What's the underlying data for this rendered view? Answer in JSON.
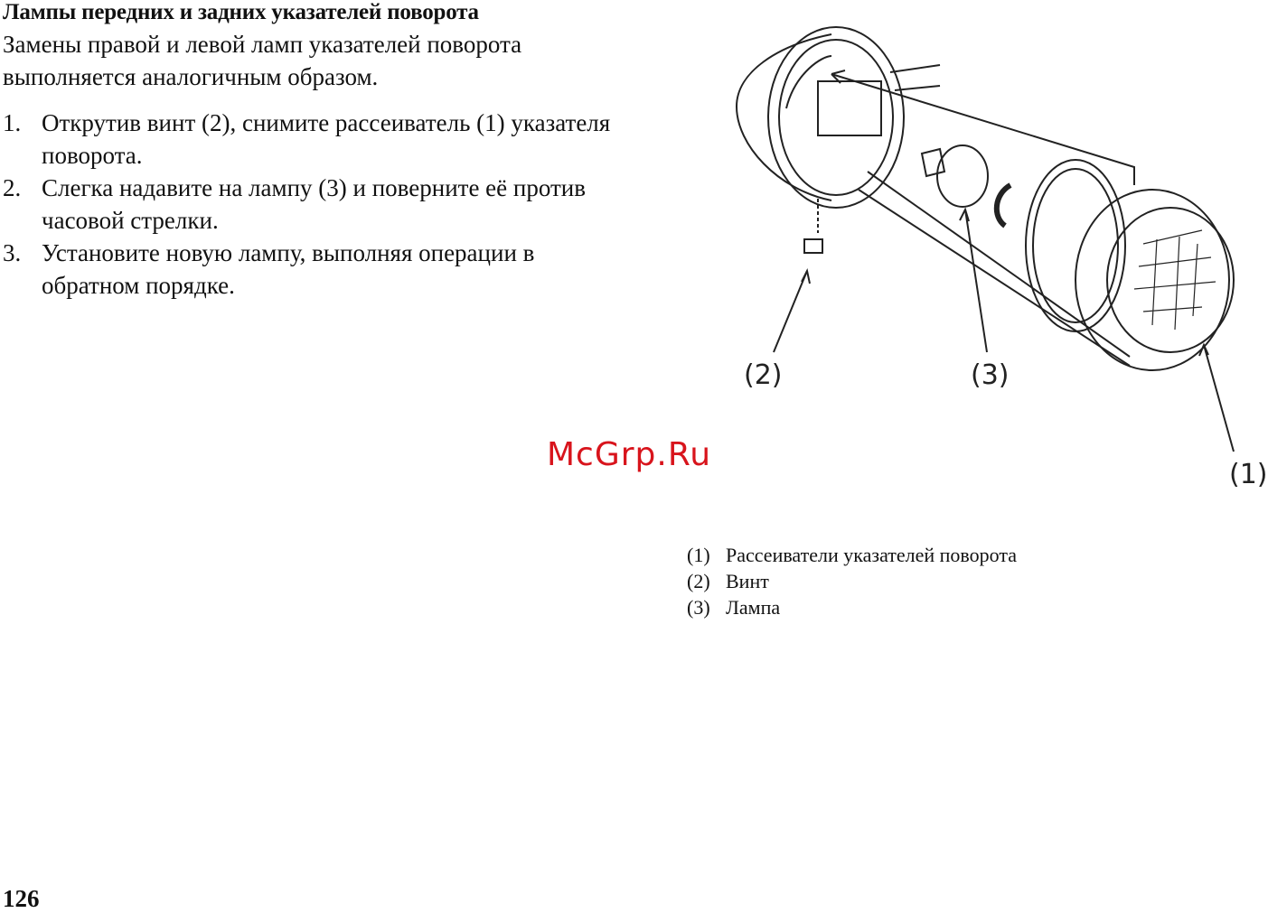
{
  "heading": "Лампы передних и задних указателей поворота",
  "intro": "Замены правой и левой ламп указателей поворота выполняется аналогичным образом.",
  "steps": [
    {
      "num": "1.",
      "text": "Открутив винт (2), снимите рассеиватель (1) указателя поворота."
    },
    {
      "num": "2.",
      "text": "Слегка надавите на лампу (3) и поверните её против часовой стрелки."
    },
    {
      "num": "3.",
      "text": "Установите новую лампу, выполняя операции в обратном порядке."
    }
  ],
  "figure": {
    "callouts": {
      "c1": "(1)",
      "c2": "(2)",
      "c3": "(3)"
    }
  },
  "watermark": "McGrp.Ru",
  "legend": [
    {
      "num": "(1)",
      "text": "Рассеиватели указателей поворота"
    },
    {
      "num": "(2)",
      "text": "Винт"
    },
    {
      "num": "(3)",
      "text": "Лампа"
    }
  ],
  "page_number": "126"
}
